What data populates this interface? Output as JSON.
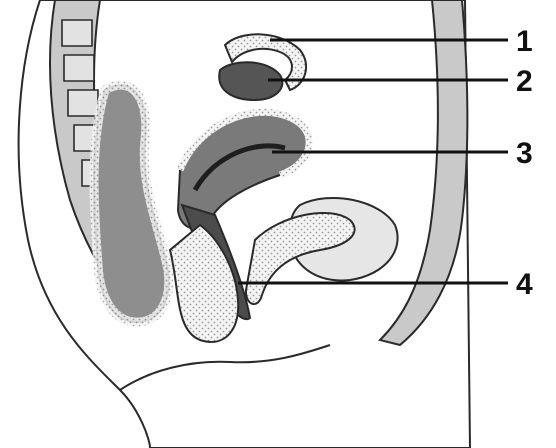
{
  "labels": [
    {
      "id": "1",
      "text": "1"
    },
    {
      "id": "2",
      "text": "2"
    },
    {
      "id": "3",
      "text": "3"
    },
    {
      "id": "4",
      "text": "4"
    }
  ],
  "colors": {
    "outline": "#2a2a2a",
    "skin": "#ffffff",
    "light_gray": "#d9d9d9",
    "mid_gray": "#a8a8a8",
    "dark_gray": "#6e6e6e",
    "darker_gray": "#4c4c4c",
    "speckle": "#bdbdbd"
  }
}
